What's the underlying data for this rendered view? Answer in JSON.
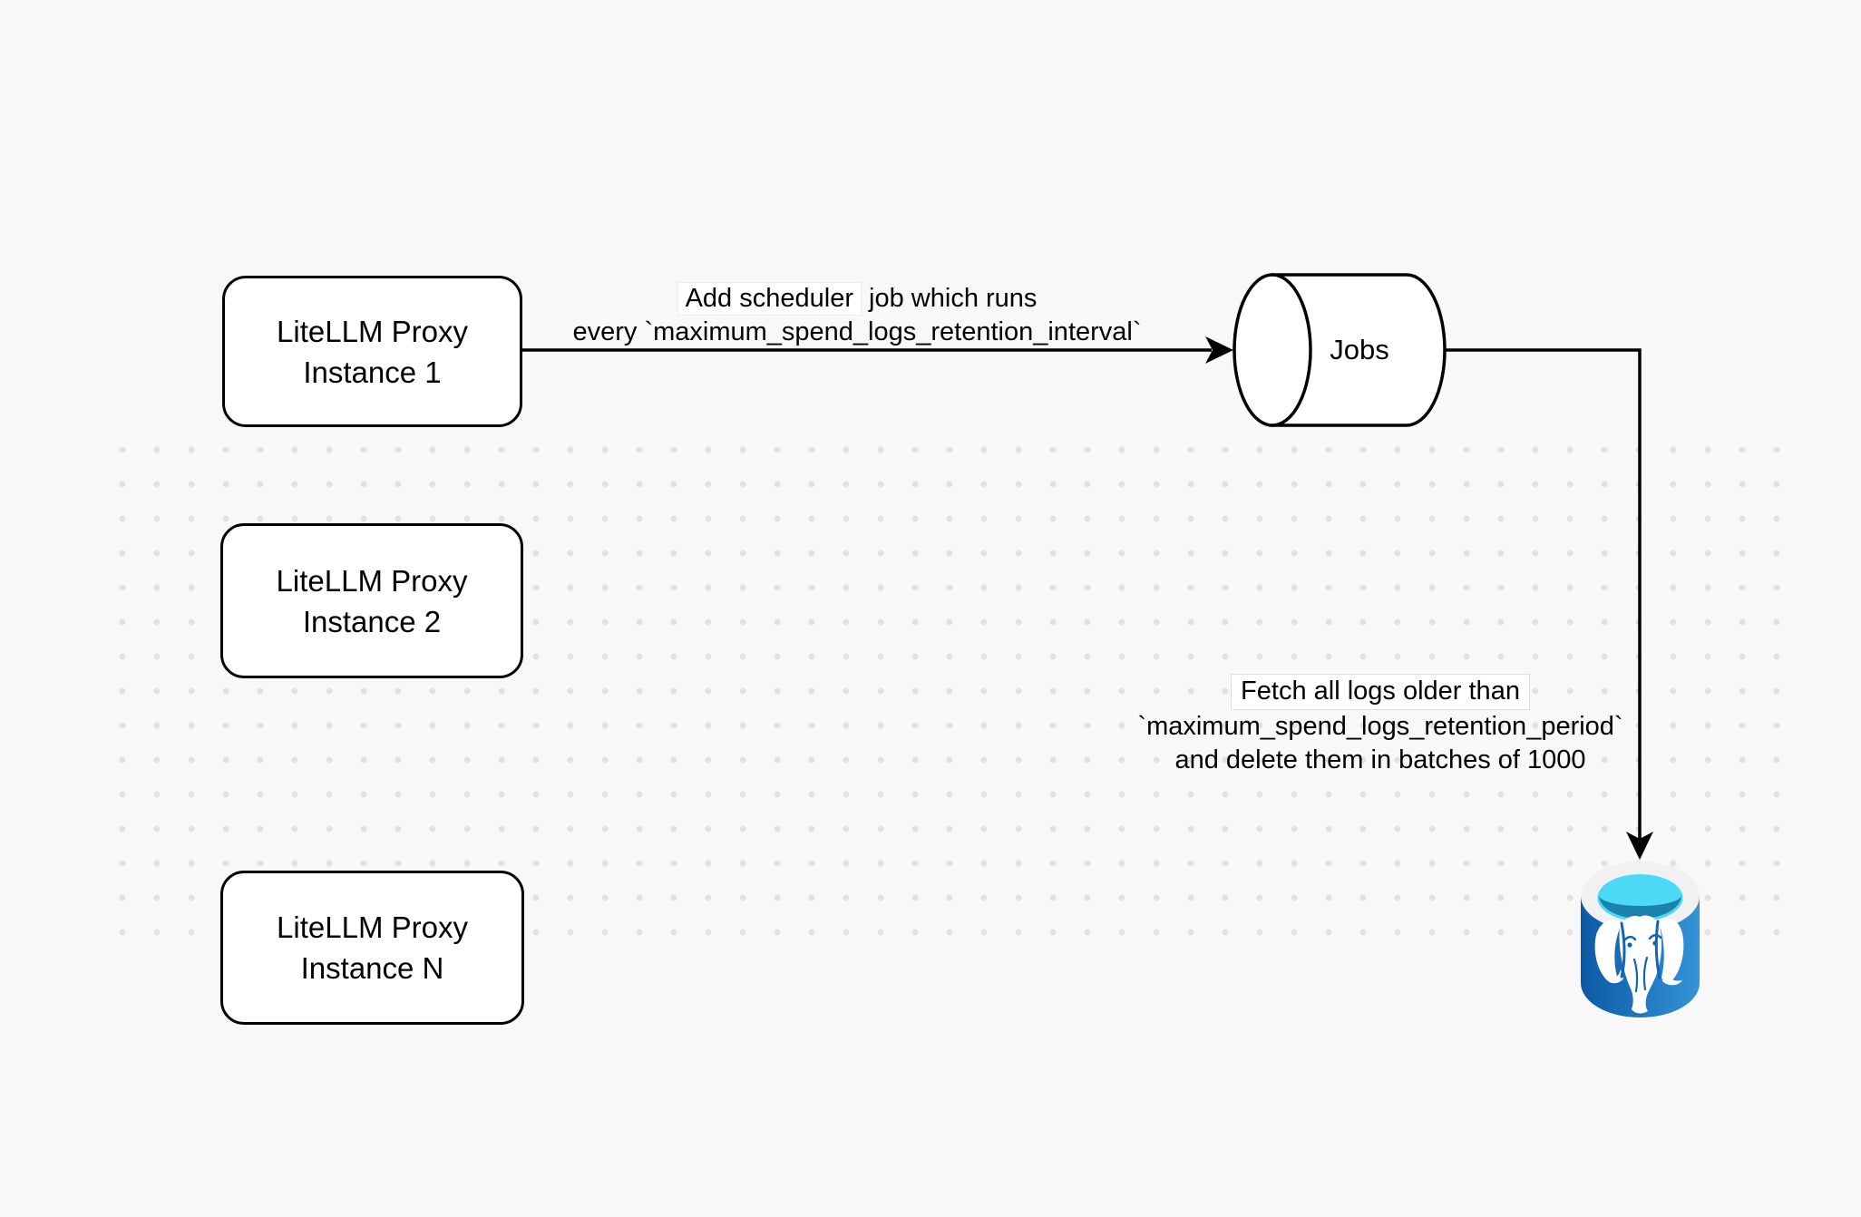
{
  "nodes": {
    "proxy1": {
      "line1": "LiteLLM Proxy",
      "line2": "Instance 1"
    },
    "proxy2": {
      "line1": "LiteLLM Proxy",
      "line2": "Instance 2"
    },
    "proxyN": {
      "line1": "LiteLLM Proxy",
      "line2": "Instance N"
    },
    "jobs": {
      "label": "Jobs"
    },
    "postgres": {
      "icon": "postgresql-database-icon"
    }
  },
  "edges": {
    "scheduler": {
      "line1_highlighted": "Add scheduler",
      "line1_rest": " job which runs",
      "line2": "every `maximum_spend_logs_retention_interval`"
    },
    "fetch": {
      "line1": "Fetch all logs older than",
      "line2": "`maximum_spend_logs_retention_period`",
      "line3": "and delete them in batches of 1000"
    }
  },
  "colors": {
    "background": "#f8f8f8",
    "stroke": "#000000",
    "node_fill": "#ffffff",
    "dot_color": "#e2e2e2",
    "postgres_blue_dark": "#0c59a5",
    "postgres_blue_light": "#3494d8",
    "postgres_rim": "#f1f1f1",
    "postgres_cyan": "#4cd9f6",
    "postgres_teal": "#1a82ad",
    "elephant_white": "#ffffff",
    "elephant_detail_blue": "#0f66b4"
  }
}
